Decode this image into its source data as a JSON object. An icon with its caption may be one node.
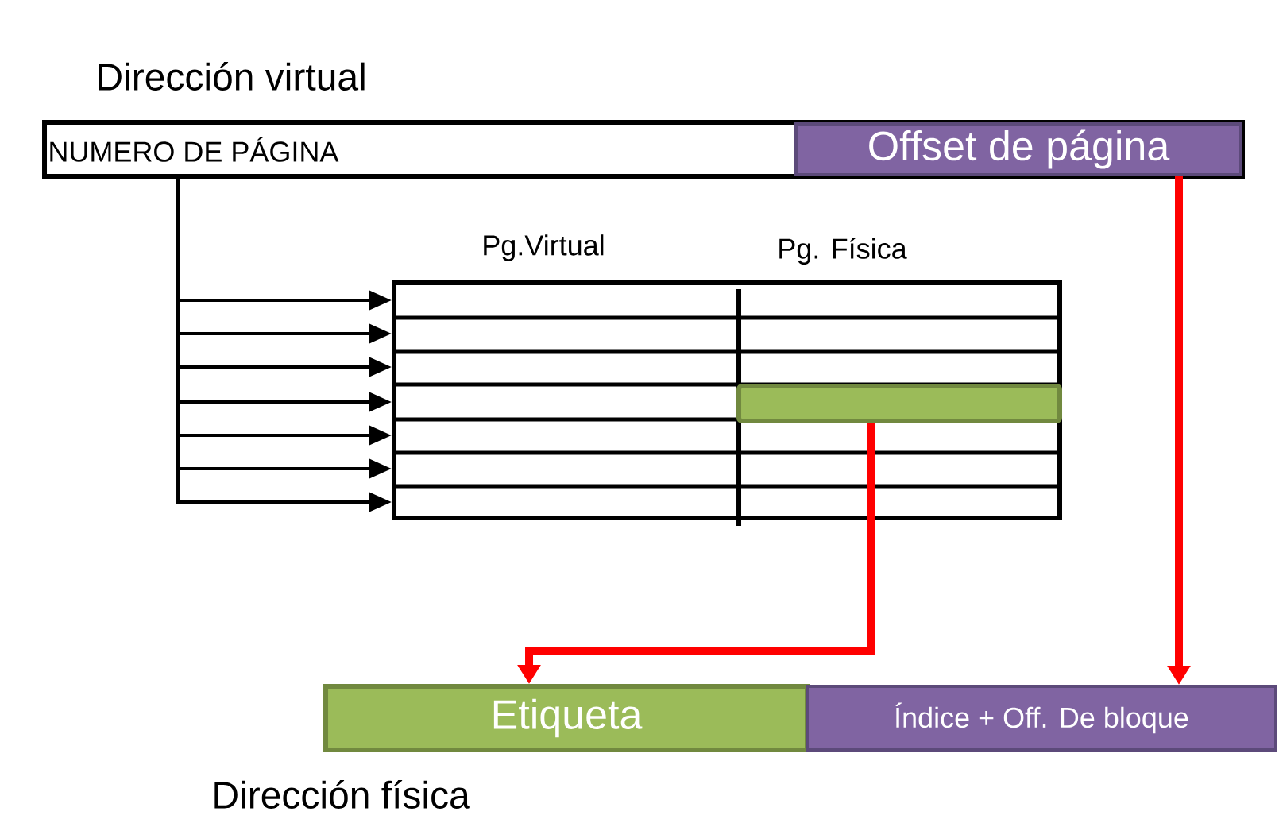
{
  "diagram": {
    "nodes": [
      {
        "text": [
          "Dirección virtual",
          "NUMERO DE PÁGINA"
        ]
      },
      {
        "text": [
          "Offset de página"
        ],
        "in": 0
      },
      {
        "text": [
          "Pg.Virtual",
          "Pg. Física"
        ]
      },
      {
        "text": [],
        "shape": "bar",
        "in": 2
      },
      {
        "text": [
          "Etiqueta"
        ]
      },
      {
        "text": [
          "Índice + Off. De bloque"
        ]
      }
    ],
    "edges": [
      {
        "from": 0,
        "to": 2,
        "arrow": "to"
      },
      {
        "from": 0,
        "to": 2,
        "arrow": "to"
      },
      {
        "from": 0,
        "to": 2,
        "arrow": "to"
      },
      {
        "from": 0,
        "to": 2,
        "arrow": "to"
      },
      {
        "from": 0,
        "to": 2,
        "arrow": "to"
      },
      {
        "from": 0,
        "to": 2,
        "arrow": "to"
      },
      {
        "from": 0,
        "to": 2,
        "arrow": "to"
      },
      {
        "from": 3,
        "to": 4,
        "arrow": "to",
        "style": "thick",
        "color": "#ff0000"
      },
      {
        "from": 1,
        "to": 5,
        "arrow": "to",
        "style": "thick",
        "color": "#ff0000"
      }
    ],
    "labels": [
      "Dirección física"
    ]
  }
}
